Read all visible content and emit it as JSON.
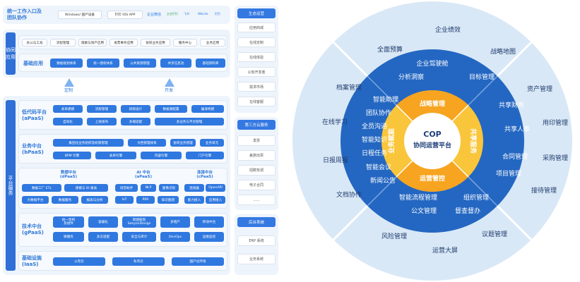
{
  "left": {
    "top_bar": {
      "label": "统一工作入口及\n团队协作",
      "chips": [
        "Windows/ 国产设备",
        "钉钉 IOS APP"
      ],
      "logos": [
        "企业微信",
        "企业钉钉",
        "飞书",
        "WeLink",
        "钉钉"
      ]
    },
    "collab": {
      "side_label": "协同\n应用",
      "row1": [
        "办公与工具",
        "流程管理",
        "观察与资产应用",
        "发票事务应用",
        "协同业务应用",
        "服务中心",
        "业务应用"
      ],
      "row2_label": "基础应用",
      "row2": [
        "数据规划体系",
        "统一授权体系",
        "公共资源管理",
        "共享信息池",
        "基础资料库"
      ]
    },
    "arrows": [
      "定制",
      "开发"
    ],
    "platform": {
      "side_label": "平台服务",
      "lowcode": {
        "label": "低代码平台\n(aPaaS)",
        "row1": [
          "表单建模",
          "流程管理",
          "权限设计",
          "数据源配置",
          "编译构建"
        ],
        "row2": [
          "自动化",
          "上线发布",
          "多端适配",
          "多业务与平台管理"
        ]
      },
      "business": {
        "label": "业务中台\n(bPaaS)",
        "row1": [
          "集团化业务组织及权限管理",
          "文档管理体系",
          "协同业务管理",
          "业务单元"
        ],
        "row2": [
          "BPM 引擎",
          "表单引擎",
          "内容引擎",
          "门户引擎"
        ]
      },
      "data_mid": {
        "title": "数据中台\n(dPaaS)",
        "row1": [
          "数据工厂 ETL",
          "建模与 BI 报表"
        ],
        "row2": [
          "大数据平台",
          "数据服务",
          "报表与分析"
        ]
      },
      "ai_mid": {
        "title": "AI 中台\n(aPaaS)",
        "row1": [
          "语音助手",
          "NLP",
          "图像识别"
        ],
        "row2": [
          "IoT",
          "RPA",
          "知识图谱"
        ]
      },
      "conn_mid": {
        "title": "连接中台\n(cPaaS)",
        "row1": [
          "连接器",
          "OpenAPI"
        ],
        "row2": [
          "能力接入",
          "应用接入"
        ]
      },
      "tech": {
        "label": "技术中台\n(gPaaS)",
        "row1": [
          "统一架构\n及组件",
          "容器化",
          "新建框架\nSeeyonDesign",
          "多租户",
          "移动中台"
        ],
        "row2": [
          "微服务",
          "多云适配",
          "安全与审计",
          "DevOps",
          "运维监控"
        ]
      },
      "infra": {
        "label": "基础设施\n(IaaS)",
        "chips": [
          "公有云",
          "私有云",
          "国产化环境"
        ]
      }
    },
    "right_col": {
      "eco": {
        "title": "生态运营",
        "items": [
          "应用商城",
          "在线定制",
          "在线体验",
          "公有开发者",
          "需求市场",
          "在线客服"
        ]
      },
      "third": {
        "title": "第三方云服务",
        "items": [
          "发票",
          "差旅出票",
          "招聘背调",
          "电子合同",
          "......"
        ]
      },
      "backend": {
        "title": "后台系统",
        "items": [
          "ERP 系统",
          "业务系统"
        ]
      }
    }
  },
  "wheel": {
    "center": [
      "COP",
      "协同运营平台"
    ],
    "inner": [
      "战略管理",
      "共享服务",
      "运营管控",
      "业务赋能"
    ],
    "middle_top": [
      "企业驾驶舱",
      "分析洞察",
      "目标管理"
    ],
    "middle_right": [
      "共享财务",
      "共享人事",
      "合同管理",
      "项目管理"
    ],
    "middle_bottom": [
      "智能流程管理",
      "组织管理",
      "公文管理",
      "督查督办"
    ],
    "middle_left": [
      "智能助理",
      "团队协作",
      "全员沟通",
      "智能知识",
      "日程任务",
      "智能会议",
      "新闻公告"
    ],
    "outer_top": [
      "企业绩效",
      "全面预算",
      "战略地图"
    ],
    "outer_right": [
      "资产管理",
      "用印管理",
      "采购管理",
      "接待管理"
    ],
    "outer_bottom": [
      "风险管理",
      "议题管理",
      "运营大屏"
    ],
    "outer_left": [
      "档案管理",
      "在线学习",
      "日报周报",
      "文档协作"
    ],
    "colors": {
      "outer": "#d9e8f6",
      "middle": "#2467c2",
      "inner_orange": "#f7a420",
      "inner_yellow": "#f9c53a",
      "center": "#ffffff"
    }
  }
}
